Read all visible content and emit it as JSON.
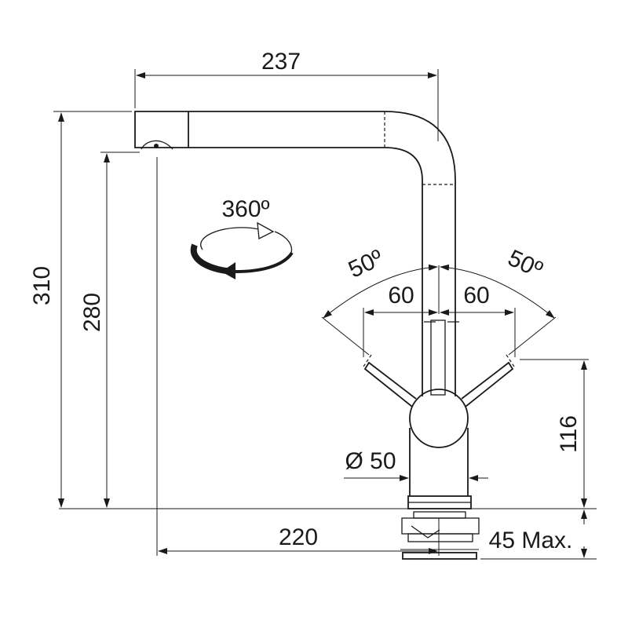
{
  "dimensions": {
    "spout_reach": "237",
    "total_height": "310",
    "outlet_height": "280",
    "rotation": "360º",
    "lever_angle_left": "50º",
    "lever_angle_right": "50º",
    "lever_travel_left": "60",
    "lever_travel_right": "60",
    "lever_height": "116",
    "body_diameter": "Ø 50",
    "spout_projection": "220",
    "max_deck_thickness": "45 Max."
  },
  "colors": {
    "line": "#1a1a1a",
    "background": "#ffffff"
  },
  "icons": [
    "rotation-arrow-icon",
    "dimension-arrowhead-icon"
  ]
}
